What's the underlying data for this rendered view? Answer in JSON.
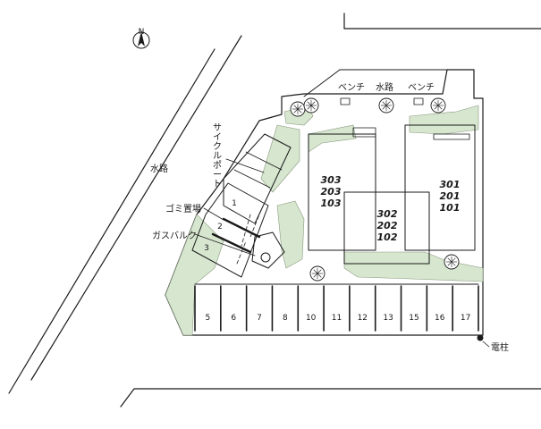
{
  "labels": {
    "water_left": "水路",
    "water_top": "水路",
    "bench_1": "ベンチ",
    "bench_2": "ベンチ",
    "cycle_port": "サイクルポート",
    "garbage": "ゴミ置場",
    "gas_bulk": "ガスバルク",
    "utility_pole": "電柱"
  },
  "bike_slots": [
    "1",
    "2",
    "3"
  ],
  "parking_spaces": [
    "5",
    "6",
    "7",
    "8",
    "10",
    "11",
    "12",
    "13",
    "15",
    "16",
    "17"
  ],
  "buildings": {
    "west": [
      "303",
      "203",
      "103"
    ],
    "middle": [
      "302",
      "202",
      "102"
    ],
    "east": [
      "301",
      "201",
      "101"
    ]
  },
  "colors": {
    "green": "#d7e6cf",
    "ink": "#1a1a1a",
    "background": "#ffffff"
  },
  "icons": [
    "north-arrow-icon",
    "tree-icon",
    "utility-pole-icon"
  ]
}
